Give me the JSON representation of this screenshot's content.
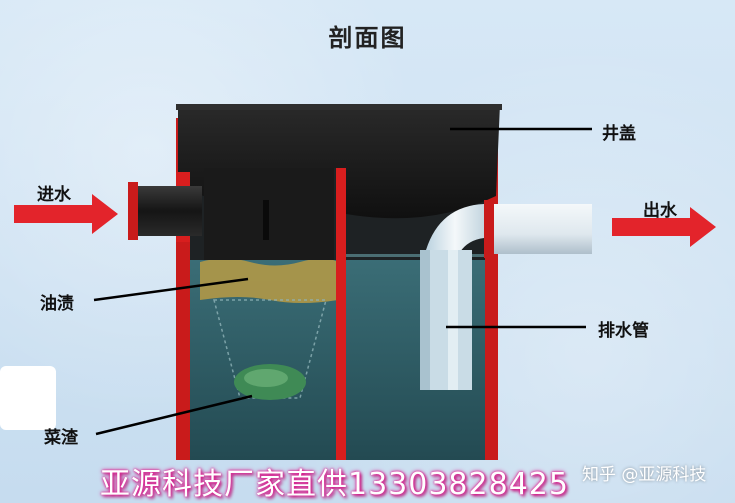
{
  "title": "剖面图",
  "labels": {
    "inlet": "进水",
    "outlet": "出水",
    "cover": "井盖",
    "oil": "油渍",
    "drain_pipe": "排水管",
    "residue": "菜渣"
  },
  "footer": {
    "banner": "亚源科技厂家直供13303828425",
    "watermark": "知乎 @亚源科技"
  },
  "colors": {
    "tank_red": "#d81e1e",
    "lid_black": "#1b1b1b",
    "water": "#2e5f68",
    "oil_layer": "#b59a45",
    "arrow_red": "#e3242b",
    "pipe_white": "#e8eef2"
  }
}
